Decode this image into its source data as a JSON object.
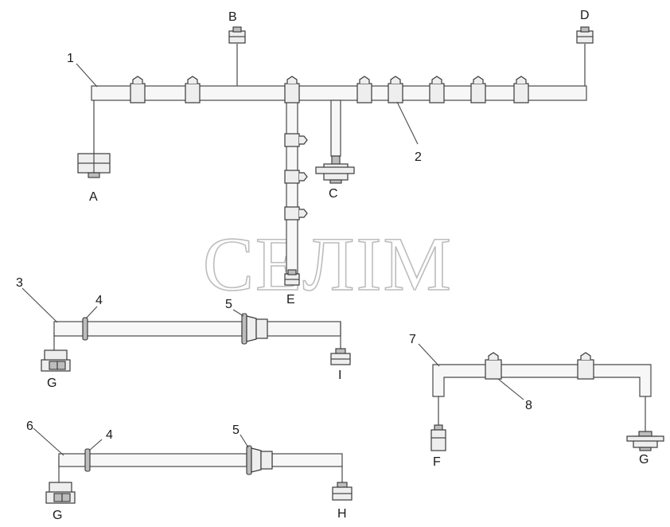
{
  "watermark": "СЕЛІМ",
  "labels": {
    "A": "A",
    "B": "B",
    "C": "C",
    "D": "D",
    "E": "E",
    "F": "F",
    "G": "G",
    "H": "H",
    "I": "I",
    "n1": "1",
    "n2": "2",
    "n3": "3",
    "n4": "4",
    "n5": "5",
    "n6": "6",
    "n7": "7",
    "n8": "8"
  }
}
